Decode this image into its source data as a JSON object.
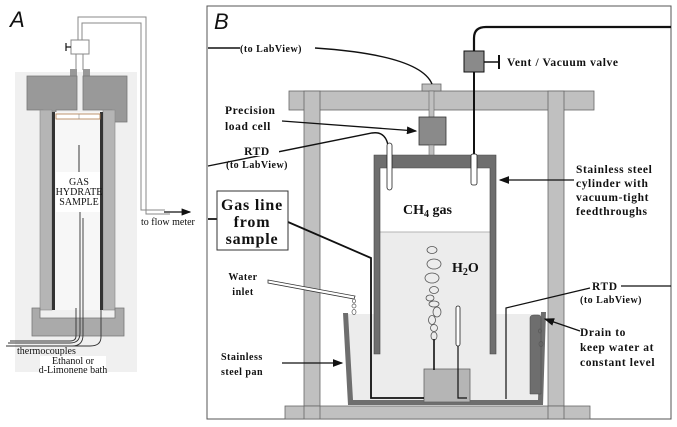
{
  "panel_a": {
    "letter": "A",
    "sample_label": [
      "GAS",
      "HYDRATE",
      "SAMPLE"
    ],
    "flow_label": "to flow meter",
    "thermocouples_label": "thermocouples",
    "bath_label": [
      "Ethanol or",
      "d-Limonene bath"
    ]
  },
  "panel_b": {
    "letter": "B",
    "labview_top": "(to LabView)",
    "vent_valve": "Vent / Vacuum valve",
    "load_cell": [
      "Precision",
      "load cell"
    ],
    "rtd_left": {
      "title": "RTD",
      "sub": "(to LabView)"
    },
    "cylinder": [
      "Stainless steel",
      "cylinder with",
      "vacuum-tight",
      "feedthroughs"
    ],
    "gas_line_box": [
      "Gas line",
      "from",
      "sample"
    ],
    "ch4": {
      "main": "CH",
      "sub": "4",
      "rest": " gas"
    },
    "h2o": {
      "main": "H",
      "sub": "2",
      "rest": "O"
    },
    "water_inlet": [
      "Water",
      "inlet"
    ],
    "pan": [
      "Stainless",
      "steel pan"
    ],
    "rtd_right": {
      "title": "RTD",
      "sub": "(to LabView)"
    },
    "drain": [
      "Drain to",
      "keep water at",
      "constant level"
    ]
  },
  "colors": {
    "frame_gray": "#c0c0c0",
    "dark_gray": "#6e6e6e",
    "steel": "#9a9a9a",
    "water": "#ececec",
    "bath_bg": "#f0f0f0"
  }
}
